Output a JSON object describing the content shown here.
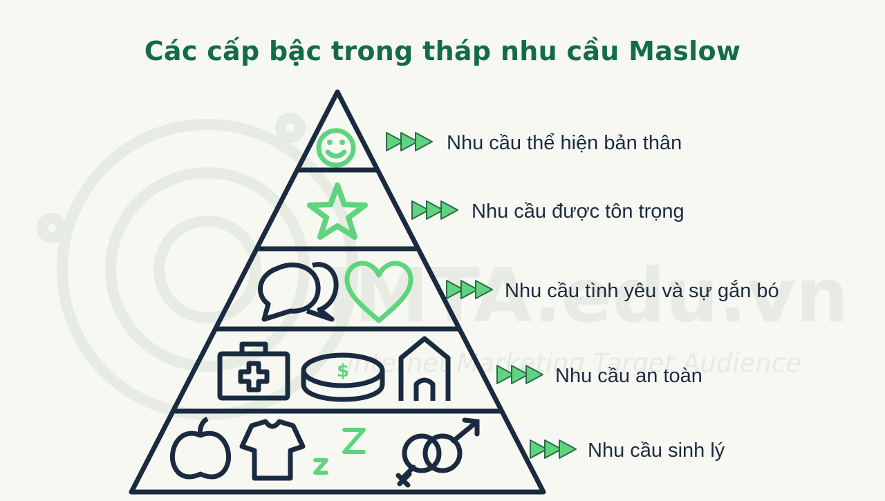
{
  "title": "Các cấp bậc trong tháp nhu cầu Maslow",
  "levels": [
    {
      "label": "Nhu cầu thể hiện bản thân"
    },
    {
      "label": "Nhu cầu được tôn trọng"
    },
    {
      "label": "Nhu cầu tình yêu và sự gắn bó"
    },
    {
      "label": "Nhu cầu an toàn"
    },
    {
      "label": "Nhu cầu sinh lý"
    }
  ],
  "watermark": {
    "brand": "IMTA.edu.vn",
    "tagline": "Internet Marketing Target Audience"
  },
  "colors": {
    "title": "#146c45",
    "outline": "#1a2b40",
    "accent": "#5fd47f",
    "background": "#f7f8f2"
  },
  "icons": [
    "smiley-icon",
    "star-icon",
    "chat-bubbles-icon",
    "heart-icon",
    "first-aid-kit-icon",
    "coin-icon",
    "house-icon",
    "apple-icon",
    "tshirt-icon",
    "sleep-icon",
    "gender-icon"
  ]
}
